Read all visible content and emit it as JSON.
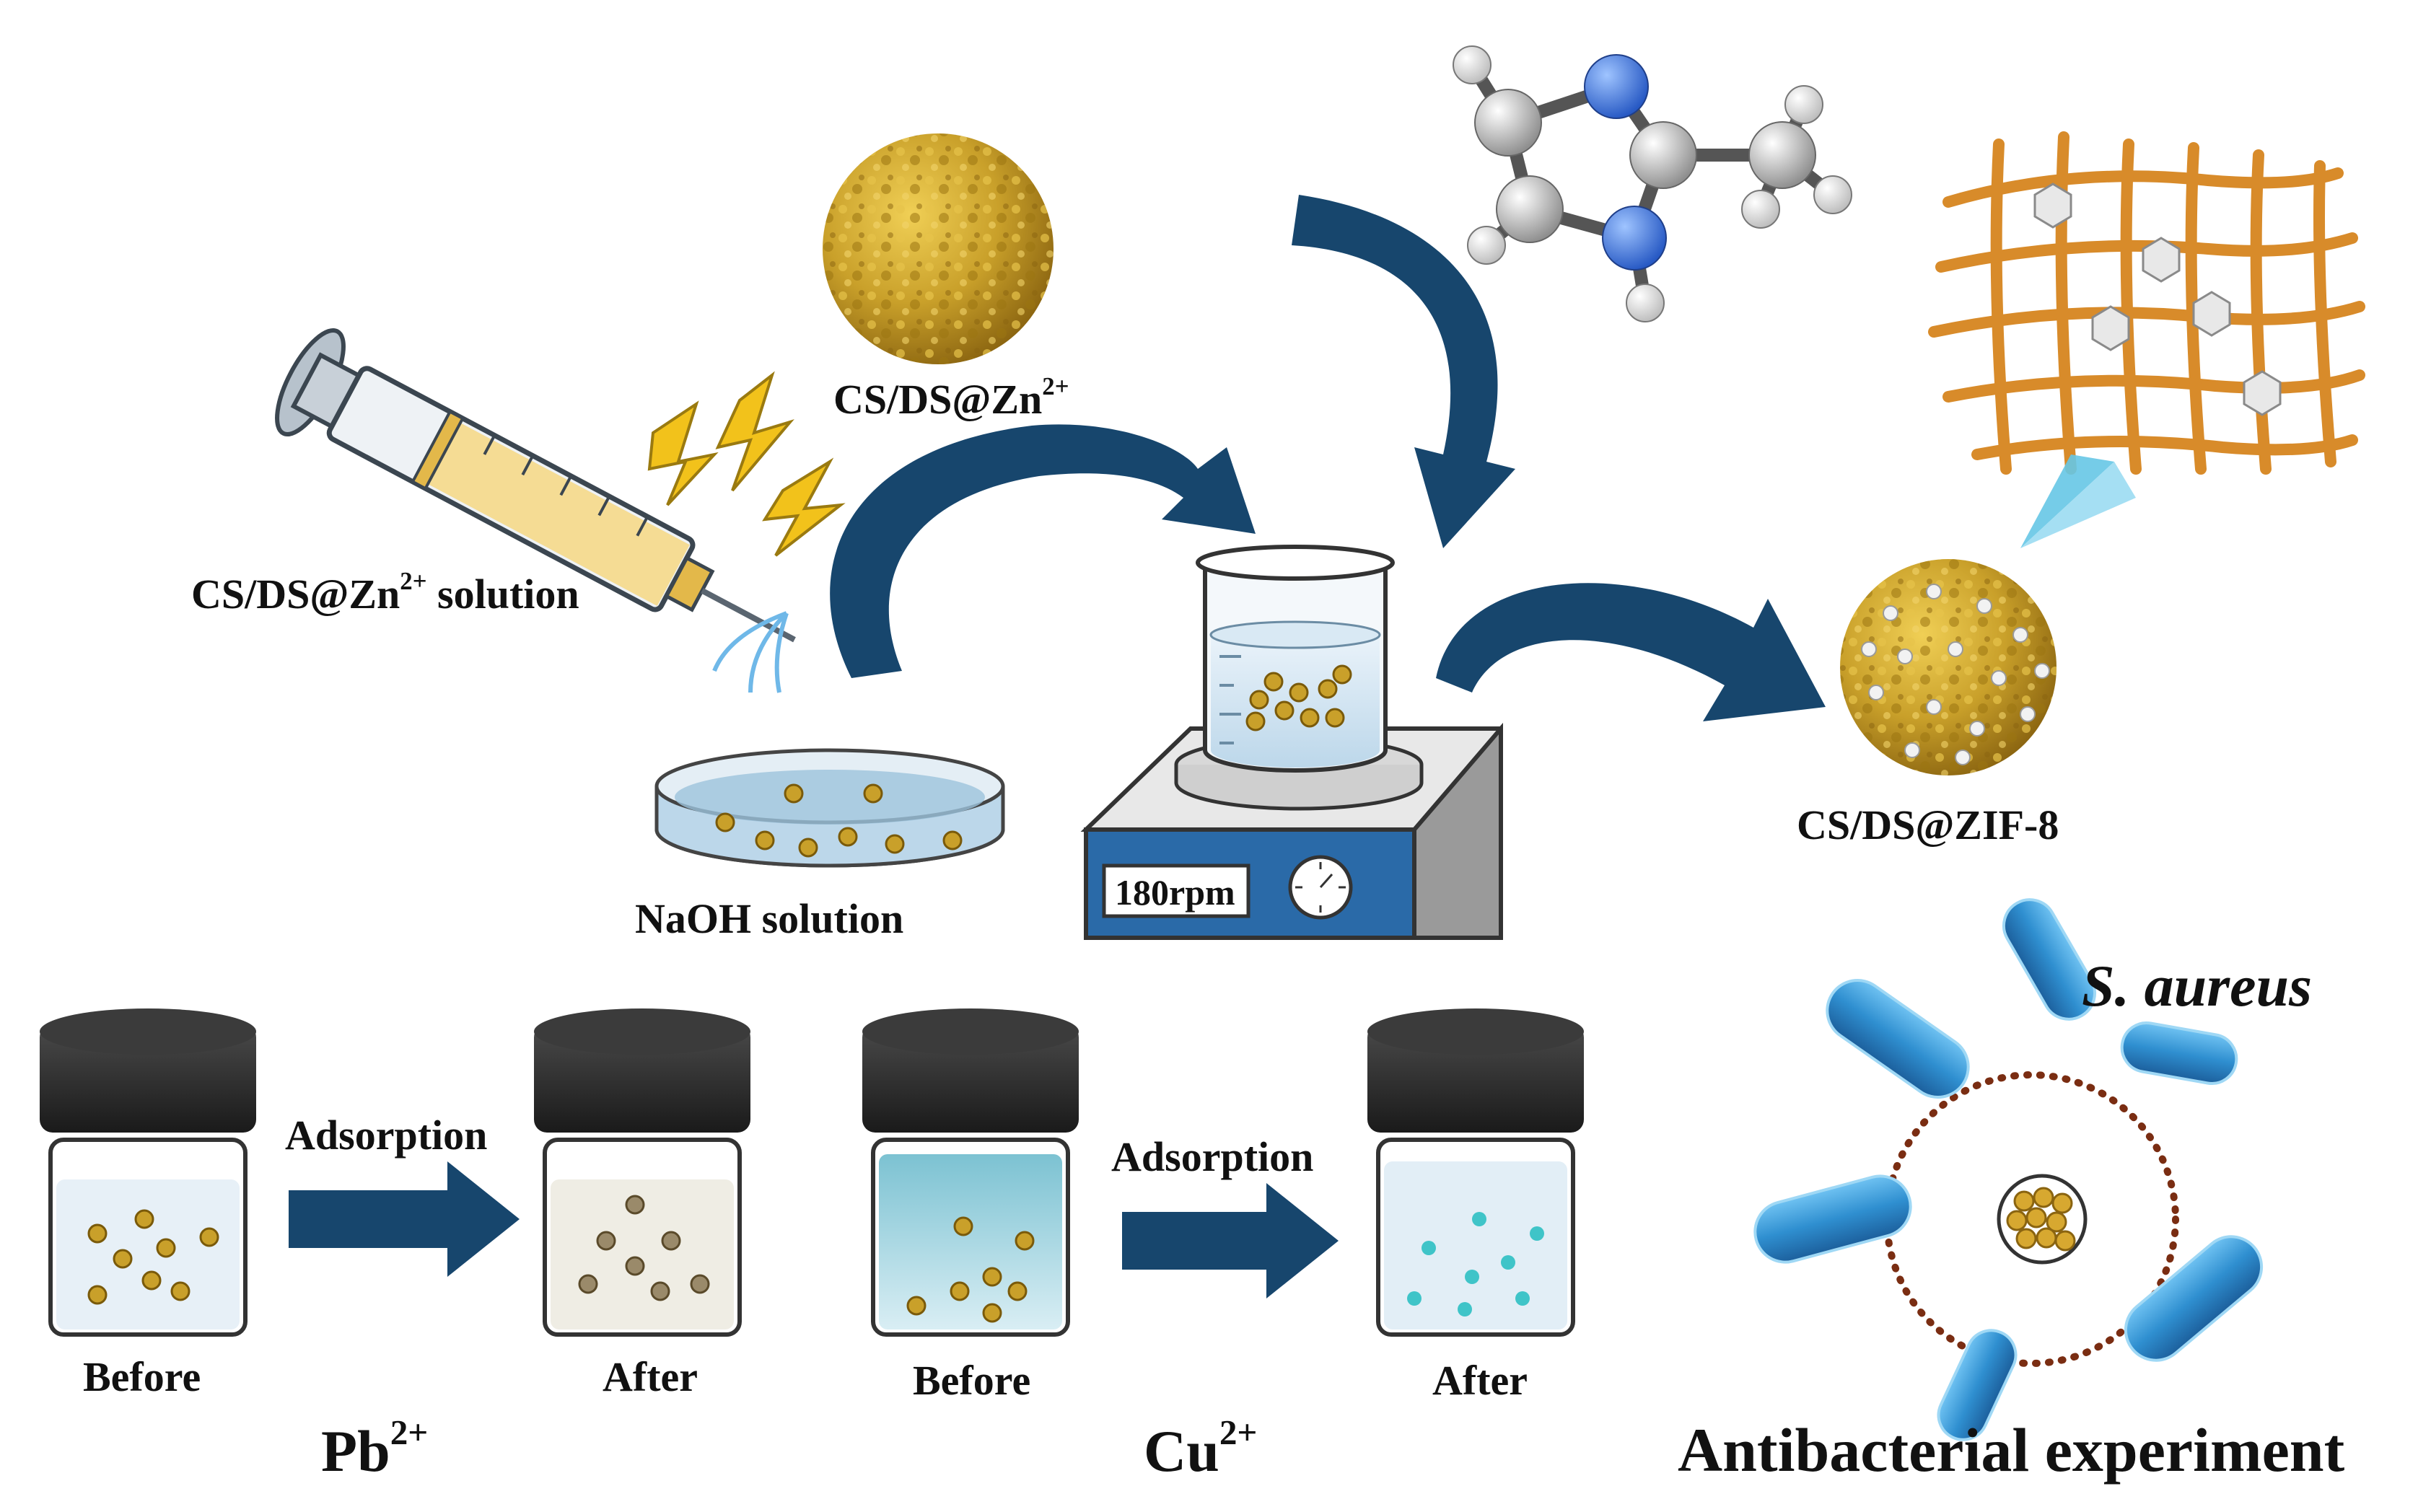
{
  "labels": {
    "syringe_label": "CS/DS@Zn",
    "syringe_label_sup": "2+",
    "syringe_label_suffix": " solution",
    "bead_label": "CS/DS@Zn",
    "bead_label_sup": "2+",
    "naoh_label": "NaOH solution",
    "stirrer_speed": "180rpm",
    "product_label": "CS/DS@ZIF-8",
    "bacteria_label": "S. aureus",
    "antibacterial_label": "Antibacterial experiment",
    "pb_ion": "Pb",
    "pb_ion_sup": "2+",
    "cu_ion": "Cu",
    "cu_ion_sup": "2+",
    "adsorption_1": "Adsorption",
    "adsorption_2": "Adsorption",
    "before_1": "Before",
    "after_1": "After",
    "before_2": "Before",
    "after_2": "After"
  },
  "colors": {
    "arrow_navy": "#17466d",
    "bead_gold": "#c9a02a",
    "bead_gold_dark": "#9c7612",
    "water_blue": "#cfe4f2",
    "cu_solution": "#8cc9d6",
    "bacteria_blue": "#2f8fd0",
    "ring_dot": "#7a2d12",
    "jar_lid": "#2a2a2a",
    "stirrer_blue": "#2a6aa8",
    "mesh_orange": "#d88b2a",
    "zn_dot": "#dcdcdc",
    "molecule_n": "#3f7fe0",
    "molecule_c": "#9a9a9a",
    "molecule_h": "#f0f0f0",
    "spark_yellow": "#f2c21b",
    "pyramid_blue": "#66c6e6"
  },
  "icons": [
    "syringe-icon",
    "spark-icon",
    "bead-icon",
    "molecule-icon",
    "beaker-icon",
    "petri-dish-icon",
    "stirrer-icon",
    "mesh-icon",
    "jar-icon",
    "bacteria-icon",
    "arrow-icon"
  ]
}
